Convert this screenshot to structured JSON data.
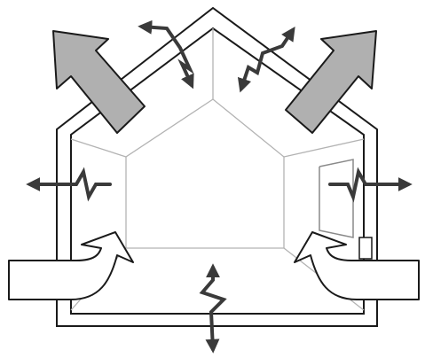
{
  "diagram": {
    "colors": {
      "background": "#ffffff",
      "outline": "#1a1a1a",
      "room_wall": "#b3b3b3",
      "exhaust_fill": "#b0b0b0",
      "supply_fill": "#ffffff",
      "heat_loss_arrow": "#3a3a3a"
    },
    "elements": {
      "outer_shell": {
        "icon": "house-outline"
      },
      "inner_room": {
        "icon": "room-perspective-outline"
      },
      "exhaust_arrows": [
        {
          "icon": "thick-exhaust-arrow-left"
        },
        {
          "icon": "thick-exhaust-arrow-right"
        }
      ],
      "supply_arrows": [
        {
          "icon": "curved-supply-arrow-left"
        },
        {
          "icon": "curved-supply-arrow-right"
        }
      ],
      "heat_loss_arrows": [
        {
          "icon": "zigzag-arrow-roof-left"
        },
        {
          "icon": "zigzag-arrow-roof-right"
        },
        {
          "icon": "zigzag-arrow-wall-left"
        },
        {
          "icon": "zigzag-arrow-wall-right"
        },
        {
          "icon": "zigzag-arrow-floor"
        }
      ]
    }
  }
}
